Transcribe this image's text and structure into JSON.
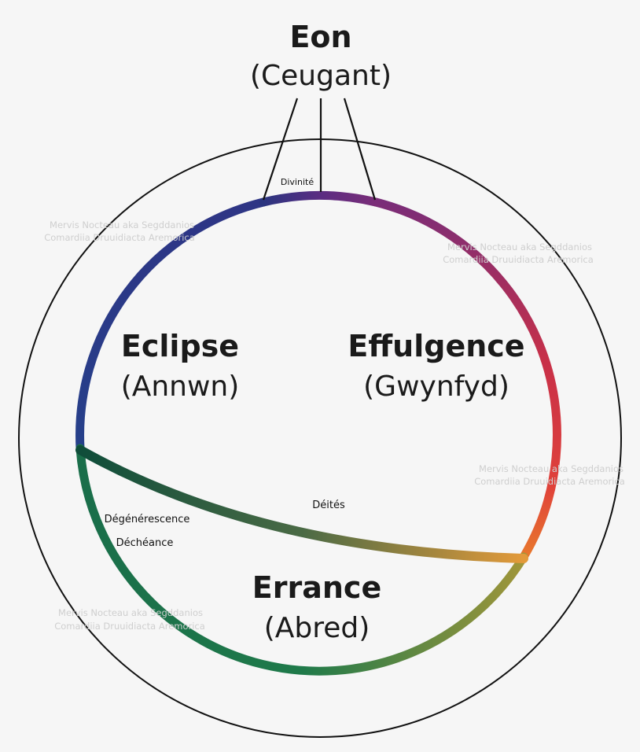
{
  "title": {
    "name": "Eon",
    "alt": "(Ceugant)"
  },
  "top_label": "Divinité",
  "regions": {
    "eclipse": {
      "name": "Eclipse",
      "alt": "(Annwn)"
    },
    "effulgence": {
      "name": "Effulgence",
      "alt": "(Gwynfyd)"
    },
    "errance": {
      "name": "Errance",
      "alt": "(Abred)"
    }
  },
  "chord_label": "Déités",
  "left_labels": {
    "first": "Dégénérescence",
    "second": "Déchéance"
  },
  "watermark": {
    "line1": "Mervis Nocteau aka Segddanios",
    "line2": "Comardiia Druuidiacta Aremorica"
  },
  "colors": {
    "outline": "#111111",
    "eclipse": "#2b3580",
    "divinity": "#5a2d82",
    "effulgence": "#d8303a",
    "orange": "#e8782c",
    "errance_green": "#1f7a4a",
    "errance_olive": "#8a9a3e",
    "chord_dark": "#0f4d3a"
  }
}
